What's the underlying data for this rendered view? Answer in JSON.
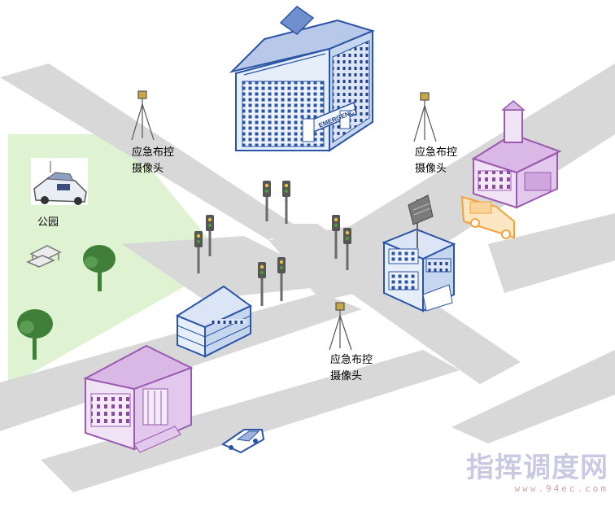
{
  "labels": {
    "camera_top_left": [
      "应急布控",
      "摄像头"
    ],
    "camera_top_right": [
      "应急布控",
      "摄像头"
    ],
    "camera_bottom": [
      "应急布控",
      "摄像头"
    ],
    "park": "公园",
    "hospital_sign": "EMERGENCY"
  },
  "watermark": {
    "title": "指挥调度网",
    "url": "www.94ec.com"
  },
  "colors": {
    "road": "#d8d8d8",
    "park": "#dff3d2",
    "hospital_blue": "#2a54a6",
    "blue_pale": "#e6eefa",
    "purple": "#9a5ab0",
    "purple_pale": "#f1e3f6",
    "tree": "#3f7f3a",
    "truck": "#f2a33a"
  }
}
